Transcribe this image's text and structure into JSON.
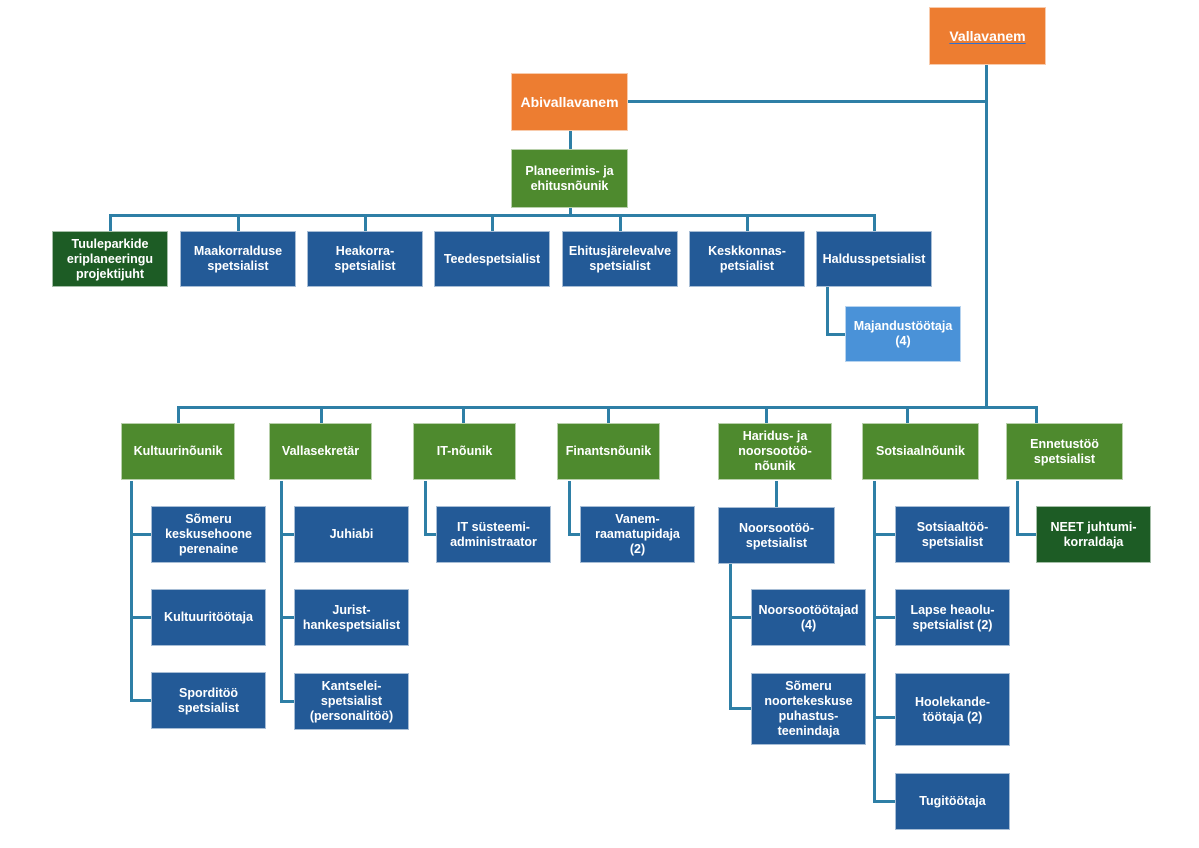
{
  "org": {
    "vallavanem": "Vallavanem",
    "abivallavanem": "Abivallavanem",
    "planeerimis": "Planeerimis- ja\nehitusnõunik",
    "tuuleparkide": "Tuuleparkide\neriplaneeringu\nprojektijuht",
    "maakorralduse": "Maakorralduse\nspetsialist",
    "heakorra": "Heakorra-\nspetsialist",
    "teede": "Teedespetsialist",
    "ehitusjarelevalve": "Ehitusjärelevalve\nspetsialist",
    "keskkonna": "Keskkonnas-\npetsialist",
    "haldus": "Haldusspetsialist",
    "majandus": "Majandustöötaja\n(4)",
    "kultuur": "Kultuurinõunik",
    "someru_keskusehoone": "Sõmeru\nkeskusehoone\nperenaine",
    "kultuuritootaja": "Kultuuritöötaja",
    "sporditoo": "Sporditöö\nspetsialist",
    "vallasekretar": "Vallasekretär",
    "juhiabi": "Juhiabi",
    "jurist": "Jurist-\nhankespetsialist",
    "kantselei": "Kantselei-\nspetsialist\n(personalitöö)",
    "it_nounik": "IT-nõunik",
    "it_susteemi": "IT süsteemi-\nadministraator",
    "finants": "Finantsnõunik",
    "vanemraamatupidaja": "Vanem-\nraamatupidaja\n(2)",
    "haridus": "Haridus- ja\nnoorsootöö-\nnõunik",
    "noorsootoo_spetsialist": "Noorsootöö-\nspetsialist",
    "noorsootootajad": "Noorsootöötajad\n(4)",
    "someru_noortekeskus": "Sõmeru\nnoortekeskuse\npuhastus-\nteenindaja",
    "sotsiaal": "Sotsiaalnõunik",
    "sotsiaaltoo": "Sotsiaaltöö-\nspetsialist",
    "lapse_heaolu": "Lapse heaolu-\nspetsialist (2)",
    "hoolekande": "Hoolekande-\ntöötaja (2)",
    "tugitootaja": "Tugitöötaja",
    "ennetustoo": "Ennetustöö\nspetsialist",
    "neet": "NEET juhtumi-\nkorraldaja"
  },
  "colors": {
    "head": "#ED7D31",
    "advisor": "#4E8A2E",
    "project_lead": "#1D5C25",
    "specialist": "#235A97",
    "staff": "#4A92D8",
    "connector": "#2E7FA6"
  }
}
